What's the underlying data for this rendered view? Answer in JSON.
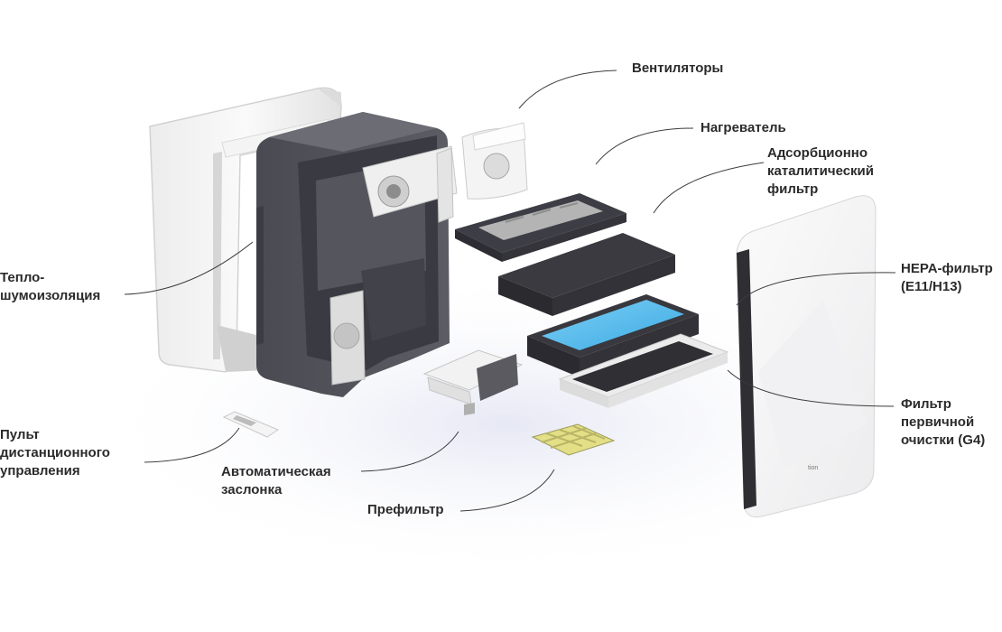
{
  "labels": {
    "fans": "Вентиляторы",
    "heater": "Нагреватель",
    "catalytic": "Адсорбционно\nкаталитический\nфильтр",
    "insulation": "Тепло-\nшумоизоляция",
    "hepa": "HEPA-фильтр\n(E11/H13)",
    "primary": "Фильтр\nпервичной\nочистки (G4)",
    "remote": "Пульт\nдистанционного\nуправления",
    "damper": "Автоматическая\nзаслонка",
    "prefilter": "Префильтр"
  },
  "panel_logo": "tion"
}
